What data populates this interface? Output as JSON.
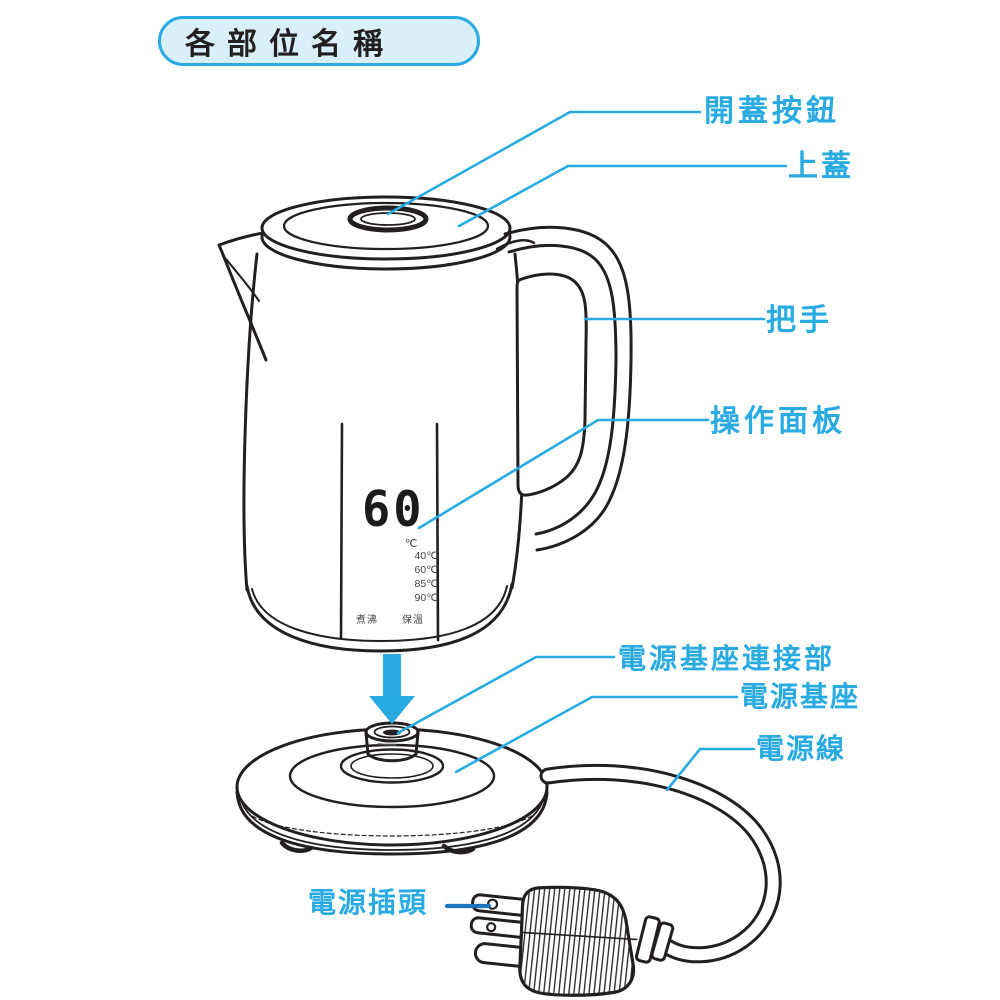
{
  "title": "各部位名稱",
  "colors": {
    "label_blue": "#29abe2",
    "leader_blue": "#29abe2",
    "dark_leader_blue": "#1b75bc",
    "outline_black": "#231f20",
    "title_fill": "#d9f0fb",
    "arrow_blue": "#29abe2"
  },
  "labels": {
    "lid_button": "開蓋按鈕",
    "lid": "上蓋",
    "handle": "把手",
    "control_panel": "操作面板",
    "base_connector": "電源基座連接部",
    "power_base": "電源基座",
    "power_cord": "電源線",
    "power_plug": "電源插頭"
  },
  "display": {
    "current_temp": "60",
    "unit": "℃",
    "presets": [
      "40℃",
      "60℃",
      "85℃",
      "90℃"
    ],
    "button_left": "煮沸",
    "button_right": "保溫"
  }
}
